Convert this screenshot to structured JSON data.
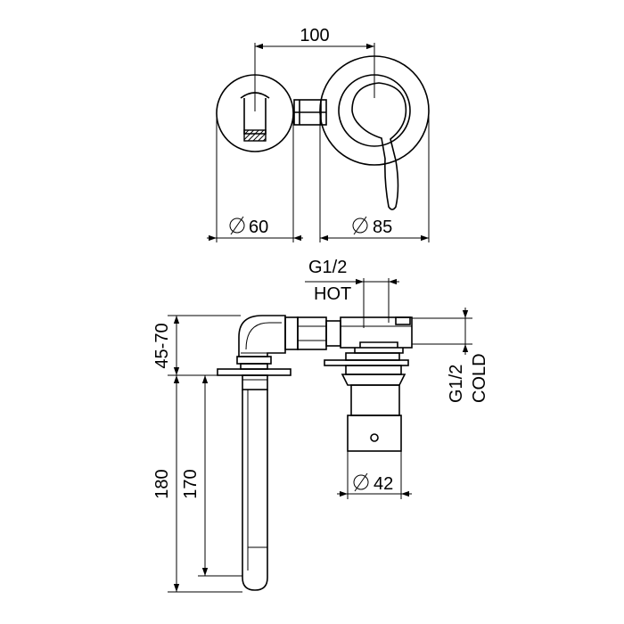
{
  "dimensions": {
    "spacing": "100",
    "spout_plate_diameter": "60",
    "mixer_plate_diameter": "85",
    "thread_hot": "G1/2",
    "hot_label": "HOT",
    "depth_range": "45-70",
    "total_height": "180",
    "spout_length": "170",
    "thread_cold": "G1/2",
    "cold_label": "COLD",
    "body_diameter": "42"
  },
  "symbols": {
    "diameter": "⌀"
  }
}
